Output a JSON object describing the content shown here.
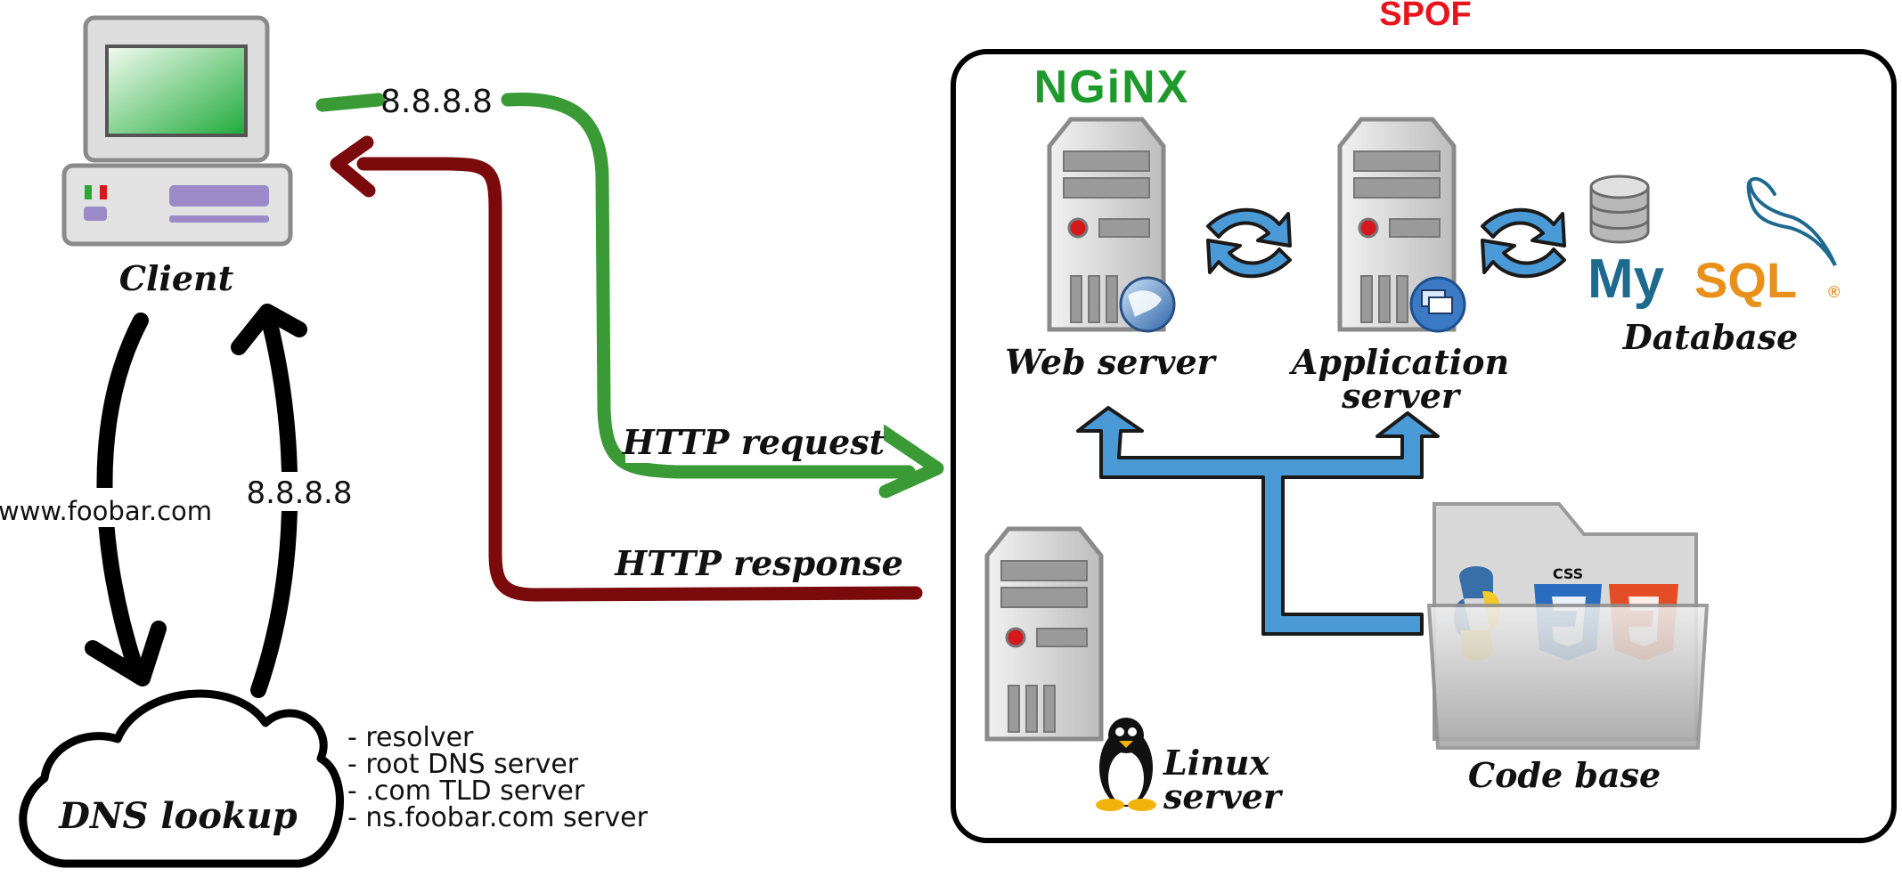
{
  "spof_label": "SPOF",
  "client": {
    "label": "Client"
  },
  "dns": {
    "label": "DNS lookup",
    "query_label": "www.foobar.com",
    "answer_label": "8.8.8.8",
    "servers": [
      "- resolver",
      "- root DNS server",
      "- .com TLD server",
      "- ns.foobar.com server"
    ]
  },
  "request_ip_label": "8.8.8.8",
  "http": {
    "request_label": "HTTP request",
    "response_label": "HTTP response"
  },
  "nginx_logo": "NGiNX",
  "web_server": {
    "label": "Web server"
  },
  "app_server": {
    "label_line1": "Application",
    "label_line2": "server"
  },
  "database": {
    "label": "Database",
    "logo_my": "My",
    "logo_sql": "SQL",
    "logo_reg": "®"
  },
  "linux_server": {
    "label_line1": "Linux",
    "label_line2": "server"
  },
  "code_base": {
    "label": "Code base",
    "css_badge": "CSS"
  },
  "colors": {
    "request_arrow": "#3a9a36",
    "response_arrow": "#7a0a0c",
    "flow_arrow": "#4a9ad8",
    "spof": "#e8141c",
    "nginx": "#1e9a2c"
  }
}
